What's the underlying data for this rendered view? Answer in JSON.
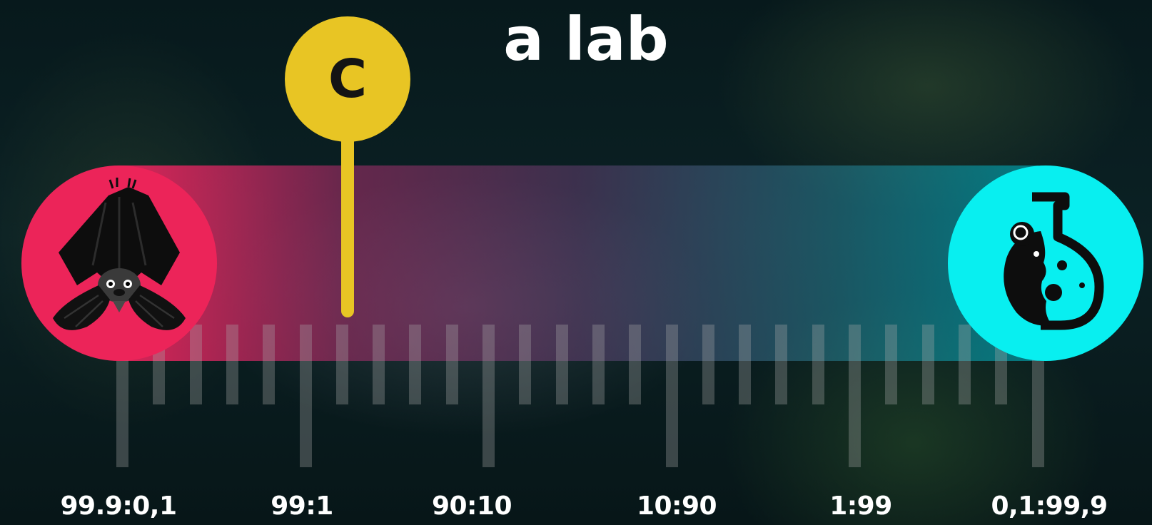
{
  "title": "a lab",
  "marker": {
    "letter": "C",
    "color": "#e8c524",
    "position_fraction": 0.25
  },
  "left_end": {
    "icon": "bat-icon",
    "color": "#ec2459"
  },
  "right_end": {
    "icon": "mouse-in-flask-icon",
    "color": "#08eff0"
  },
  "scale_labels": [
    "99.9:0,1",
    "99:1",
    "90:10",
    "10:90",
    "1:99",
    "0,1:99,9"
  ]
}
